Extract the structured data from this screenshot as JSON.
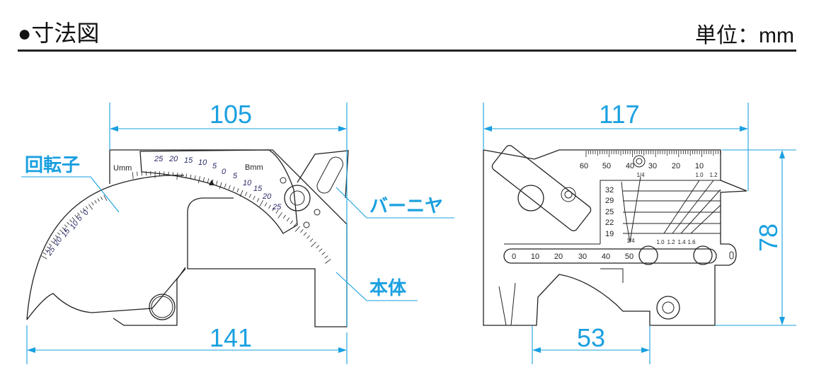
{
  "header": {
    "title": "●寸法図",
    "unit": "単位：mm"
  },
  "colors": {
    "dimension": "#1aa0e0",
    "line": "#222222"
  },
  "dimensions": {
    "left_width_top": "105",
    "left_width_bottom": "141",
    "right_width_top": "117",
    "right_width_bottom": "53",
    "right_height": "78"
  },
  "parts": {
    "rotor": "回転子",
    "vernier": "バーニヤ",
    "body": "本体"
  },
  "left_gauge": {
    "u_label": "Umm",
    "b_label": "Bmm",
    "vernier_labels": [
      "25",
      "20",
      "15",
      "10",
      "5",
      "0",
      "5",
      "10",
      "15",
      "20",
      "25"
    ],
    "rotor_labels": [
      "0",
      "5",
      "10",
      "15",
      "20",
      "25"
    ]
  },
  "right_gauge": {
    "top_scale": [
      "60",
      "50",
      "40",
      "30",
      "20",
      "10"
    ],
    "top_fractions": [
      "1/4",
      "1.0",
      "1.2"
    ],
    "side_scale": [
      "32",
      "29",
      "25",
      "22",
      "19"
    ],
    "bottom_fractions": [
      "1/4",
      "1.0",
      "1.2",
      "1.4",
      "1.6"
    ],
    "slider_scale": [
      "0",
      "10",
      "20",
      "30",
      "40",
      "50"
    ]
  }
}
